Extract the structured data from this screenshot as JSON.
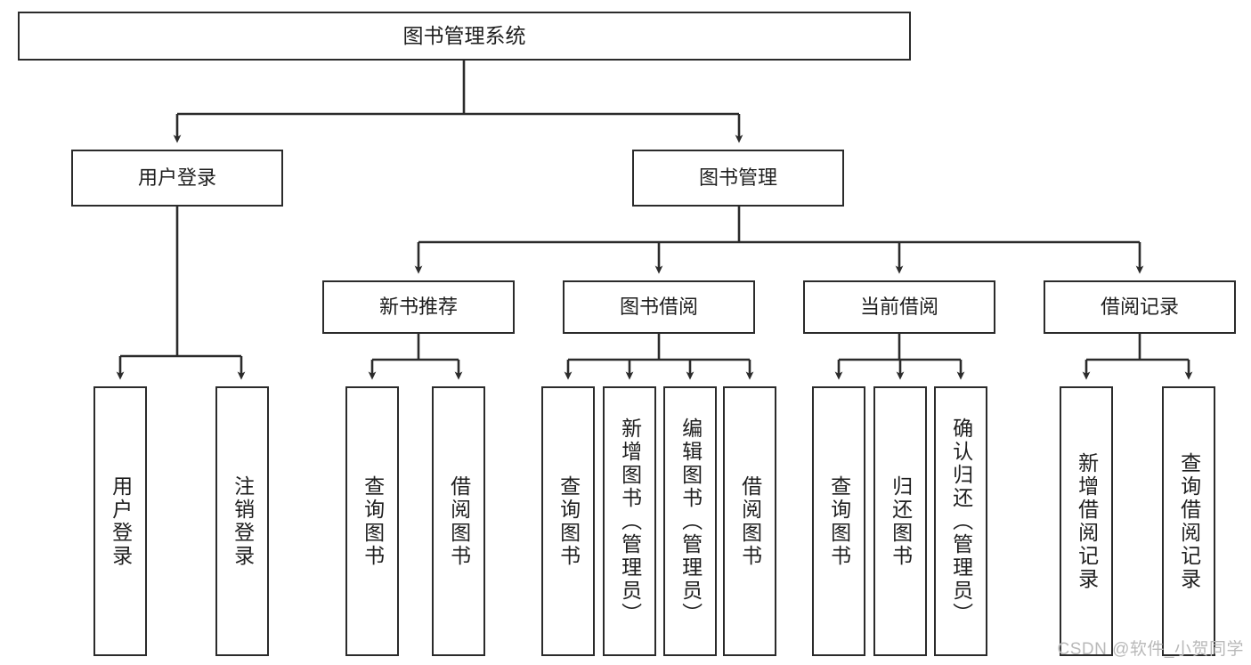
{
  "diagram": {
    "title": "图书管理系统",
    "type": "hierarchy-tree",
    "watermark": "CSDN @软件_小贺同学",
    "colors": {
      "box_border": "#2b2b2b",
      "box_fill": "#ffffff",
      "edge": "#2b2b2b",
      "text": "#1f1f1f",
      "watermark": "#b9b9b9"
    },
    "nodes": {
      "root": {
        "label": "图书管理系统"
      },
      "level2": [
        {
          "label": "用户登录"
        },
        {
          "label": "图书管理"
        }
      ],
      "level3": [
        {
          "label": "新书推荐"
        },
        {
          "label": "图书借阅"
        },
        {
          "label": "当前借阅"
        },
        {
          "label": "借阅记录"
        }
      ],
      "leaves": [
        {
          "label": "用户登录",
          "parent": "用户登录"
        },
        {
          "label": "注销登录",
          "parent": "用户登录"
        },
        {
          "label": "查询图书",
          "parent": "新书推荐"
        },
        {
          "label": "借阅图书",
          "parent": "新书推荐"
        },
        {
          "label": "查询图书",
          "parent": "图书借阅"
        },
        {
          "label": "新增图书（管理员）",
          "parent": "图书借阅"
        },
        {
          "label": "编辑图书（管理员）",
          "parent": "图书借阅"
        },
        {
          "label": "借阅图书",
          "parent": "图书借阅"
        },
        {
          "label": "查询图书",
          "parent": "当前借阅"
        },
        {
          "label": "归还图书",
          "parent": "当前借阅"
        },
        {
          "label": "确认归还（管理员）",
          "parent": "当前借阅"
        },
        {
          "label": "新增借阅记录",
          "parent": "借阅记录"
        },
        {
          "label": "查询借阅记录",
          "parent": "借阅记录"
        }
      ]
    }
  }
}
